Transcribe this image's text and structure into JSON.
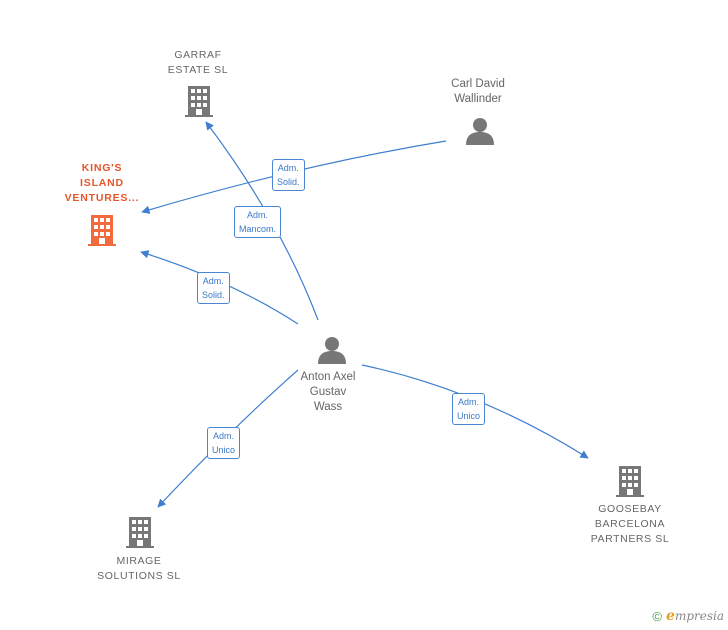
{
  "colors": {
    "edge": "#3f7fd0",
    "company_icon": "#777777",
    "focus_icon": "#f26a3d",
    "person_icon": "#777777"
  },
  "nodes": {
    "garraf": {
      "label": "GARRAF\nESTATE  SL",
      "icon": "building-icon"
    },
    "kings_island": {
      "label": "KING'S\nISLAND\nVENTURES...",
      "icon": "building-icon"
    },
    "carl": {
      "label": "Carl David\nWallinder",
      "icon": "person-icon"
    },
    "anton": {
      "label": "Anton Axel\nGustav\nWass",
      "icon": "person-icon"
    },
    "mirage": {
      "label": "MIRAGE\nSOLUTIONS  SL",
      "icon": "building-icon"
    },
    "goosebay": {
      "label": "GOOSEBAY\nBARCELONA\nPARTNERS  SL",
      "icon": "building-icon"
    }
  },
  "edges": {
    "carl_kings": {
      "label": "Adm.\nSolid."
    },
    "anton_garraf": {
      "label": "Adm.\nMancom."
    },
    "anton_kings": {
      "label": "Adm.\nSolid."
    },
    "anton_goosebay": {
      "label": "Adm.\nUnico"
    },
    "anton_mirage": {
      "label": "Adm.\nUnico"
    }
  },
  "footer": {
    "copyright": "©",
    "brand_initial": "e",
    "brand_rest": "mpresia"
  }
}
